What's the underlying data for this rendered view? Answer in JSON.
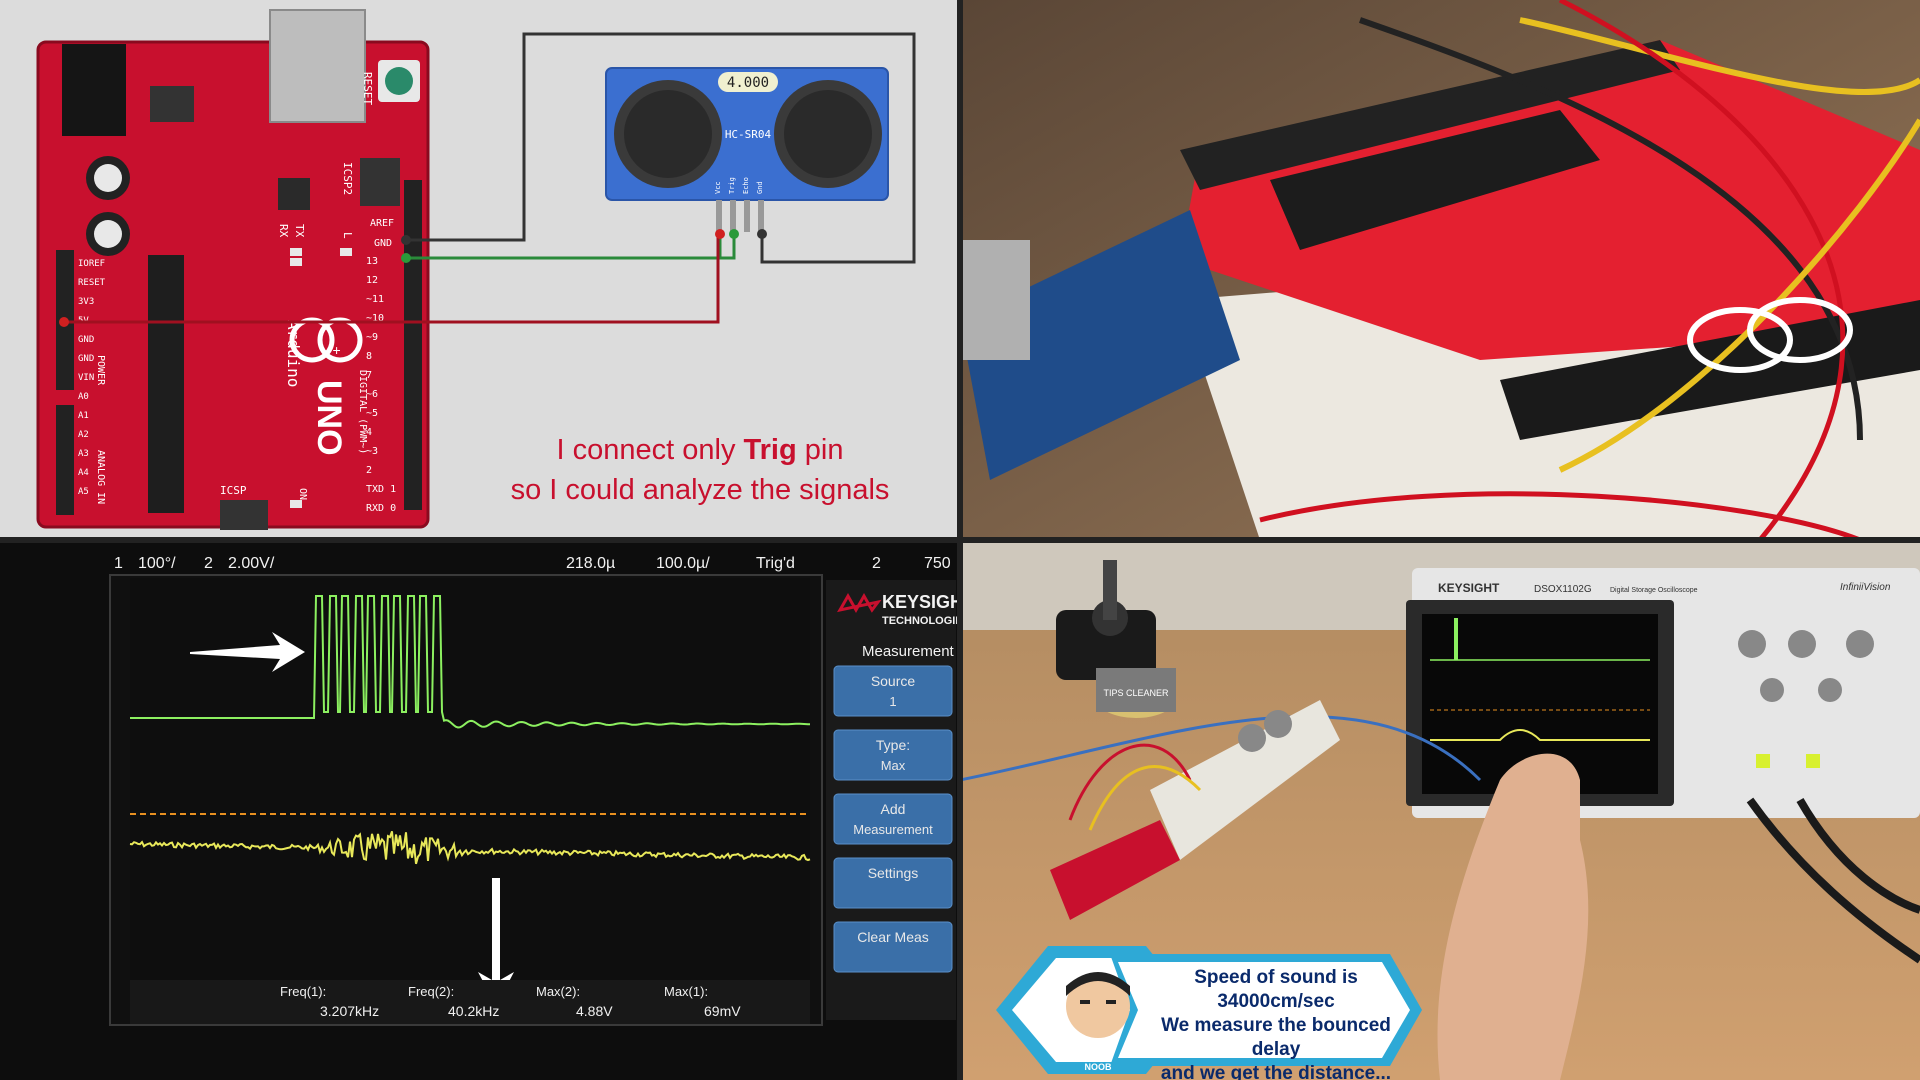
{
  "arduino": {
    "board_brand": "Arduino",
    "board_model": "UNO",
    "reset_label": "RESET",
    "icsp2_label": "ICSP2",
    "icsp_label": "ICSP",
    "aref": "AREF",
    "gnd": "GND",
    "pin_labels": [
      "13",
      "12",
      "~11",
      "~10",
      "~9",
      "8",
      "7",
      "~6",
      "~5",
      "4",
      "~3",
      "2",
      "TXD 1",
      "RXD 0"
    ],
    "left_labels": [
      "IOREF",
      "RESET",
      "3V3",
      "5V",
      "GND",
      "GND",
      "VIN",
      "A0",
      "A1",
      "A2",
      "A3",
      "A4",
      "A5"
    ],
    "power": "POWER",
    "analog": "ANALOG IN",
    "digital": "DIGITAL (PWM~)",
    "tx": "TX",
    "rx": "RX",
    "l": "L",
    "on": "ON"
  },
  "sensor": {
    "crystal": "4.000",
    "model": "HC-SR04",
    "pins": [
      "Vcc",
      "Trig",
      "Echo",
      "Gnd"
    ]
  },
  "caption": {
    "line1_pre": "I connect only ",
    "line1_bold": "Trig",
    "line1_post": " pin",
    "line2": "so I could analyze the signals"
  },
  "scope": {
    "ch1_scale": "100°/",
    "ch2_scale": "2.00V/",
    "ch1_num": "1",
    "ch2_num": "2",
    "time": "218.0µ",
    "timebase": "100.0µ/",
    "trig": "Trig'd",
    "trig_ch": "2",
    "trig_level": "750",
    "brand": "KEYSIGHT",
    "brand_sub": "TECHNOLOGIES",
    "menu_title": "Measurement",
    "buttons": [
      {
        "line1": "Source",
        "line2": "1"
      },
      {
        "line1": "Type:",
        "line2": "Max"
      },
      {
        "line1": "Add",
        "line2": "Measurement"
      },
      {
        "line1": "Settings",
        "line2": ""
      },
      {
        "line1": "Clear Meas",
        "line2": ""
      }
    ],
    "measurements": [
      {
        "label": "Freq(1):",
        "value": "3.207kHz"
      },
      {
        "label": "Freq(2):",
        "value": "40.2kHz"
      },
      {
        "label": "Max(2):",
        "value": "4.88V"
      },
      {
        "label": "Max(1):",
        "value": "69mV"
      }
    ]
  },
  "photo_scope": {
    "brand": "KEYSIGHT",
    "model": "DSOX1102G",
    "desc": "Digital Storage Oscilloscope",
    "series": "InfiniiVision",
    "can_label": "TIPS CLEANER"
  },
  "badge": {
    "name": "NOOB",
    "line1": "Speed of sound is 34000cm/sec",
    "line2": "We measure the bounced delay",
    "line3": "and we get the distance..."
  },
  "colors": {
    "board_red": "#c8102e",
    "sensor_blue": "#3b6fd0",
    "ch1_yellow": "#e8e85a",
    "ch2_green": "#8cf060",
    "badge_blue": "#2ea9d6"
  }
}
